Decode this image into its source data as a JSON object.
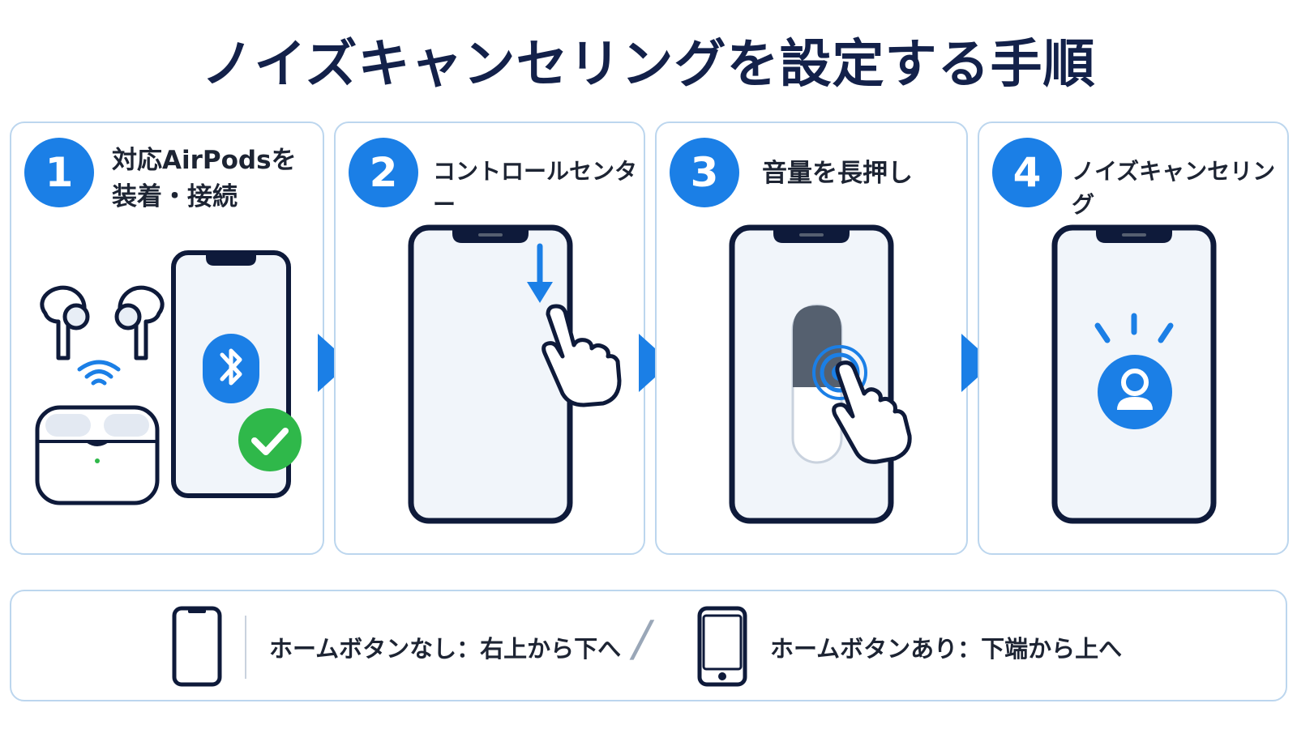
{
  "title": "ノイズキャンセリングを設定する手順",
  "steps": [
    {
      "number": "1",
      "label": "対応AirPodsを\n装着・接続"
    },
    {
      "number": "2",
      "label": "コントロールセンター"
    },
    {
      "number": "3",
      "label": "音量を長押し"
    },
    {
      "number": "4",
      "label": "ノイズキャンセリング"
    }
  ],
  "footer": {
    "no_home_button": "ホームボタンなし：右上から下へ",
    "separator": "/",
    "with_home_button": "ホームボタンあり：下端から上へ"
  },
  "colors": {
    "accent": "#1b7fe6",
    "navy": "#13214a",
    "panel_border": "#bcd6ee",
    "success": "#2fb84a"
  },
  "icons": [
    "airpods-icon",
    "charging-case-icon",
    "wifi-signal-icon",
    "bluetooth-icon",
    "check-icon",
    "swipe-down-arrow-icon",
    "hand-pointer-icon",
    "volume-slider-icon",
    "person-icon",
    "sparkle-icon",
    "phone-icon"
  ]
}
